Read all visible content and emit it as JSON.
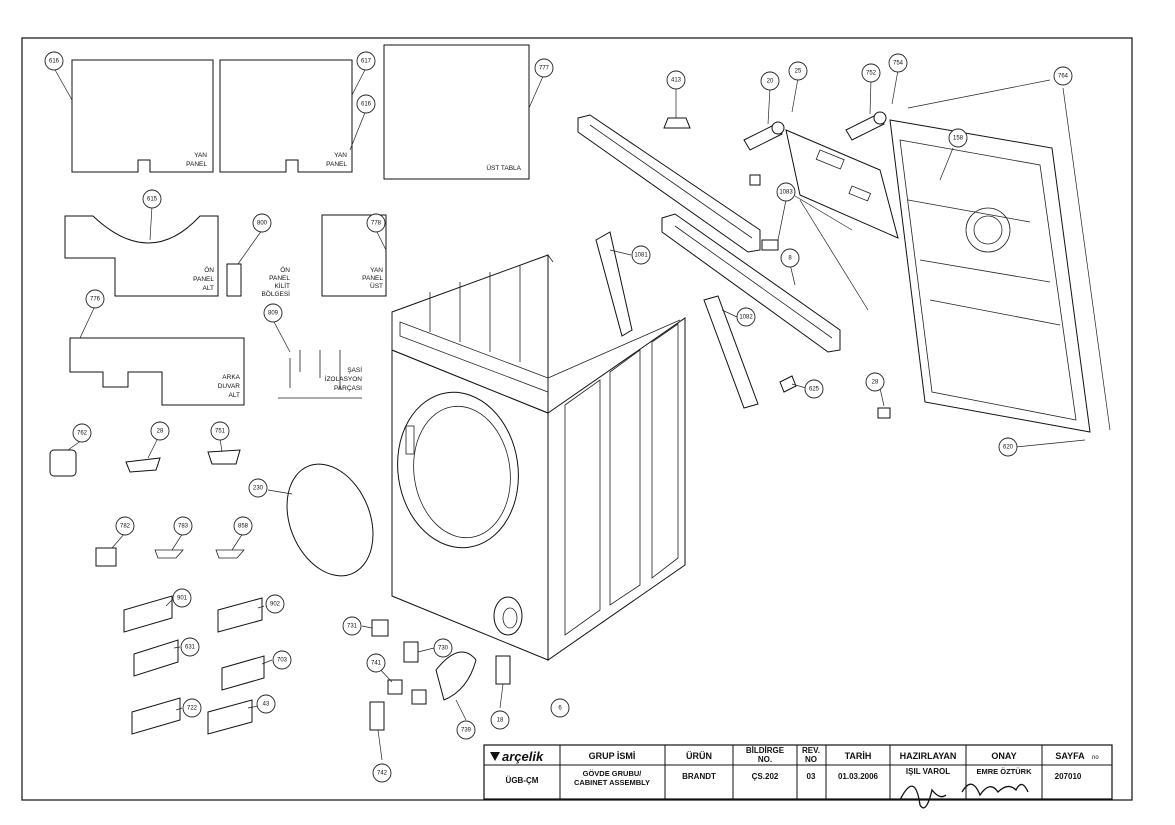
{
  "callouts": [
    {
      "id": "616"
    },
    {
      "id": "617"
    },
    {
      "id": "616b",
      "text": "616"
    },
    {
      "id": "777"
    },
    {
      "id": "413"
    },
    {
      "id": "20"
    },
    {
      "id": "25"
    },
    {
      "id": "752"
    },
    {
      "id": "754"
    },
    {
      "id": "764"
    },
    {
      "id": "158"
    },
    {
      "id": "615"
    },
    {
      "id": "800"
    },
    {
      "id": "778"
    },
    {
      "id": "1083"
    },
    {
      "id": "1081"
    },
    {
      "id": "8"
    },
    {
      "id": "776"
    },
    {
      "id": "809"
    },
    {
      "id": "1082"
    },
    {
      "id": "625"
    },
    {
      "id": "28"
    },
    {
      "id": "620"
    },
    {
      "id": "762"
    },
    {
      "id": "28b",
      "text": "28"
    },
    {
      "id": "751"
    },
    {
      "id": "230"
    },
    {
      "id": "782"
    },
    {
      "id": "783"
    },
    {
      "id": "858"
    },
    {
      "id": "901"
    },
    {
      "id": "902"
    },
    {
      "id": "631"
    },
    {
      "id": "703"
    },
    {
      "id": "731"
    },
    {
      "id": "730"
    },
    {
      "id": "741"
    },
    {
      "id": "722"
    },
    {
      "id": "43"
    },
    {
      "id": "739"
    },
    {
      "id": "18"
    },
    {
      "id": "6"
    },
    {
      "id": "742"
    }
  ],
  "panels": {
    "yan_panel_1": [
      "YAN",
      "PANEL"
    ],
    "yan_panel_2": [
      "YAN",
      "PANEL"
    ],
    "ust_tabla": [
      "ÜST TABLA"
    ],
    "on_panel_alt": [
      "ÖN",
      "PANEL",
      "ALT"
    ],
    "on_panel_kilit": [
      "ÖN",
      "PANEL",
      "KİLİT",
      "BÖLGESİ"
    ],
    "yan_panel_ust": [
      "YAN",
      "PANEL",
      "ÜST"
    ],
    "arka_duvar_alt": [
      "ARKA",
      "DUVAR",
      "ALT"
    ],
    "sasi_izolasyon": [
      "ŞASİ",
      "İZOLASYON",
      "PARÇASI"
    ]
  },
  "title_block": {
    "brand": "arçelik",
    "headers": {
      "grup": "GRUP İSMİ",
      "urun": "ÜRÜN",
      "bildirge": [
        "BİLDİRGE",
        "NO."
      ],
      "rev": [
        "REV.",
        "NO"
      ],
      "tarih": "TARİH",
      "hazirlayan": "HAZIRLAYAN",
      "onay": "ONAY",
      "sayfa": "SAYFA",
      "sayfa_suffix": "no"
    },
    "values": {
      "dept": "ÜGB-ÇM",
      "grup": [
        "GÖVDE GRUBU/",
        "CABINET ASSEMBLY"
      ],
      "urun": "BRANDT",
      "bildirge": "ÇS.202",
      "rev": "03",
      "tarih": "01.03.2006",
      "hazirlayan": "IŞIL VAROL",
      "onay": "EMRE ÖZTÜRK",
      "sayfa": "207010"
    }
  }
}
